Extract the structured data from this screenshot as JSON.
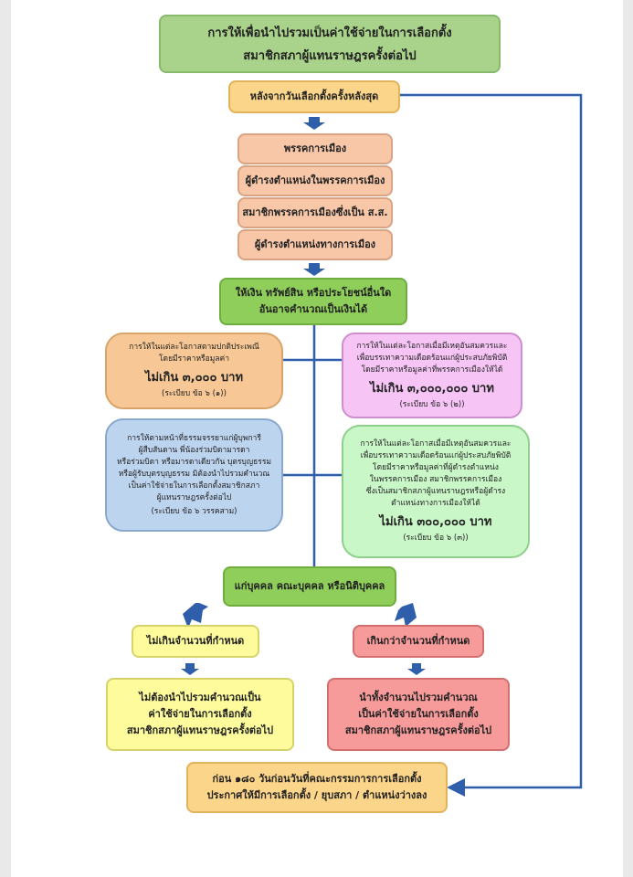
{
  "title_box": {
    "line1": "การให้เพื่อนำไปรวมเป็นค่าใช้จ่ายในการเลือกตั้ง",
    "line2": "สมาชิกสภาผู้แทนราษฎรครั้งต่อไป"
  },
  "start_box": {
    "text": "หลังจากวันเลือกตั้งครั้งหลังสุด"
  },
  "givers": [
    "พรรคการเมือง",
    "ผู้ดำรงตำแหน่งในพรรคการเมือง",
    "สมาชิกพรรคการเมืองซึ่งเป็น ส.ส.",
    "ผู้ดำรงตำแหน่งทางการเมือง"
  ],
  "gift_box": {
    "line1": "ให้เงิน ทรัพย์สิน หรือประโยชน์อื่นใด",
    "line2": "อันอาจคำนวณเป็นเงินได้"
  },
  "left_cases": [
    {
      "lines": [
        "การให้ในแต่ละโอกาสตามปกติประเพณี",
        "โดยมีราคาหรือมูลค่า"
      ],
      "limit": "ไม่เกิน ๓,๐๐๐ บาท",
      "ref": "(ระเบียบ ข้อ ๖ (๑))"
    },
    {
      "lines": [
        "การให้ตามหน้าที่ธรรมจรรยาแก่ผู้บุพการี",
        "ผู้สืบสันดาน พี่น้องร่วมบิดามารดา",
        "หรือร่วมบิดา หรือมารดาเดียวกัน บุตรบุญธรรม",
        "หรือผู้รับบุตรบุญธรรม มิต้องนำไปรวมคำนวณ",
        "เป็นค่าใช้จ่ายในการเลือกตั้งสมาชิกสภา",
        "ผู้แทนราษฎรครั้งต่อไป"
      ],
      "ref": "(ระเบียบ ข้อ ๖ วรรคสาม)"
    }
  ],
  "right_cases": [
    {
      "lines": [
        "การให้ในแต่ละโอกาสเมื่อมีเหตุอันสมควรและ",
        "เพื่อบรรเทาความเดือดร้อนแก่ผู้ประสบภัยพิบัติ",
        "โดยมีราคาหรือมูลค่าที่พรรคการเมืองให้ได้"
      ],
      "limit": "ไม่เกิน ๓,๐๐๐,๐๐๐ บาท",
      "ref": "(ระเบียบ ข้อ ๖ (๒))"
    },
    {
      "lines": [
        "การให้ในแต่ละโอกาสเมื่อมีเหตุอันสมควรและ",
        "เพื่อบรรเทาความเดือดร้อนแก่ผู้ประสบภัยพิบัติ",
        "โดยมีราคาหรือมูลค่าที่ผู้ดำรงตำแหน่ง",
        "ในพรรคการเมือง สมาชิกพรรคการเมือง",
        "ซึ่งเป็นสมาชิกสภาผู้แทนราษฎรหรือผู้ดำรง",
        "ตำแหน่งทางการเมืองให้ได้"
      ],
      "limit": "ไม่เกิน ๓๐๐,๐๐๐ บาท",
      "ref": "(ระเบียบ ข้อ ๖ (๓))"
    }
  ],
  "recipient_box": {
    "text": "แก่บุคคล คณะบุคคล หรือนิติบุคคล"
  },
  "branch_left": {
    "label": "ไม่เกินจำนวนที่กำหนด",
    "result": [
      "ไม่ต้องนำไปรวมคำนวณเป็น",
      "ค่าใช้จ่ายในการเลือกตั้ง",
      "สมาชิกสภาผู้แทนราษฎรครั้งต่อไป"
    ]
  },
  "branch_right": {
    "label": "เกินกว่าจำนวนที่กำหนด",
    "result": [
      "นำทั้งจำนวนไปรวมคำนวณ",
      "เป็นค่าใช้จ่ายในการเลือกตั้ง",
      "สมาชิกสภาผู้แทนราษฎรครั้งต่อไป"
    ]
  },
  "end_box": {
    "line1": "ก่อน ๑๘๐ วันก่อนวันที่คณะกรรมการการเลือกตั้ง",
    "line2": "ประกาศให้มีการเลือกตั้ง / ยุบสภา / ตำแหน่งว่างลง"
  },
  "colors": {
    "connector": "#2f5eab",
    "title_green": "#a9d38a",
    "salmon": "#f8c7a8",
    "pink": "#f6c5f6",
    "blue": "#bdd4ef",
    "light_green": "#caf7c8",
    "yellow": "#fdfb9c",
    "red": "#f79a9a"
  }
}
